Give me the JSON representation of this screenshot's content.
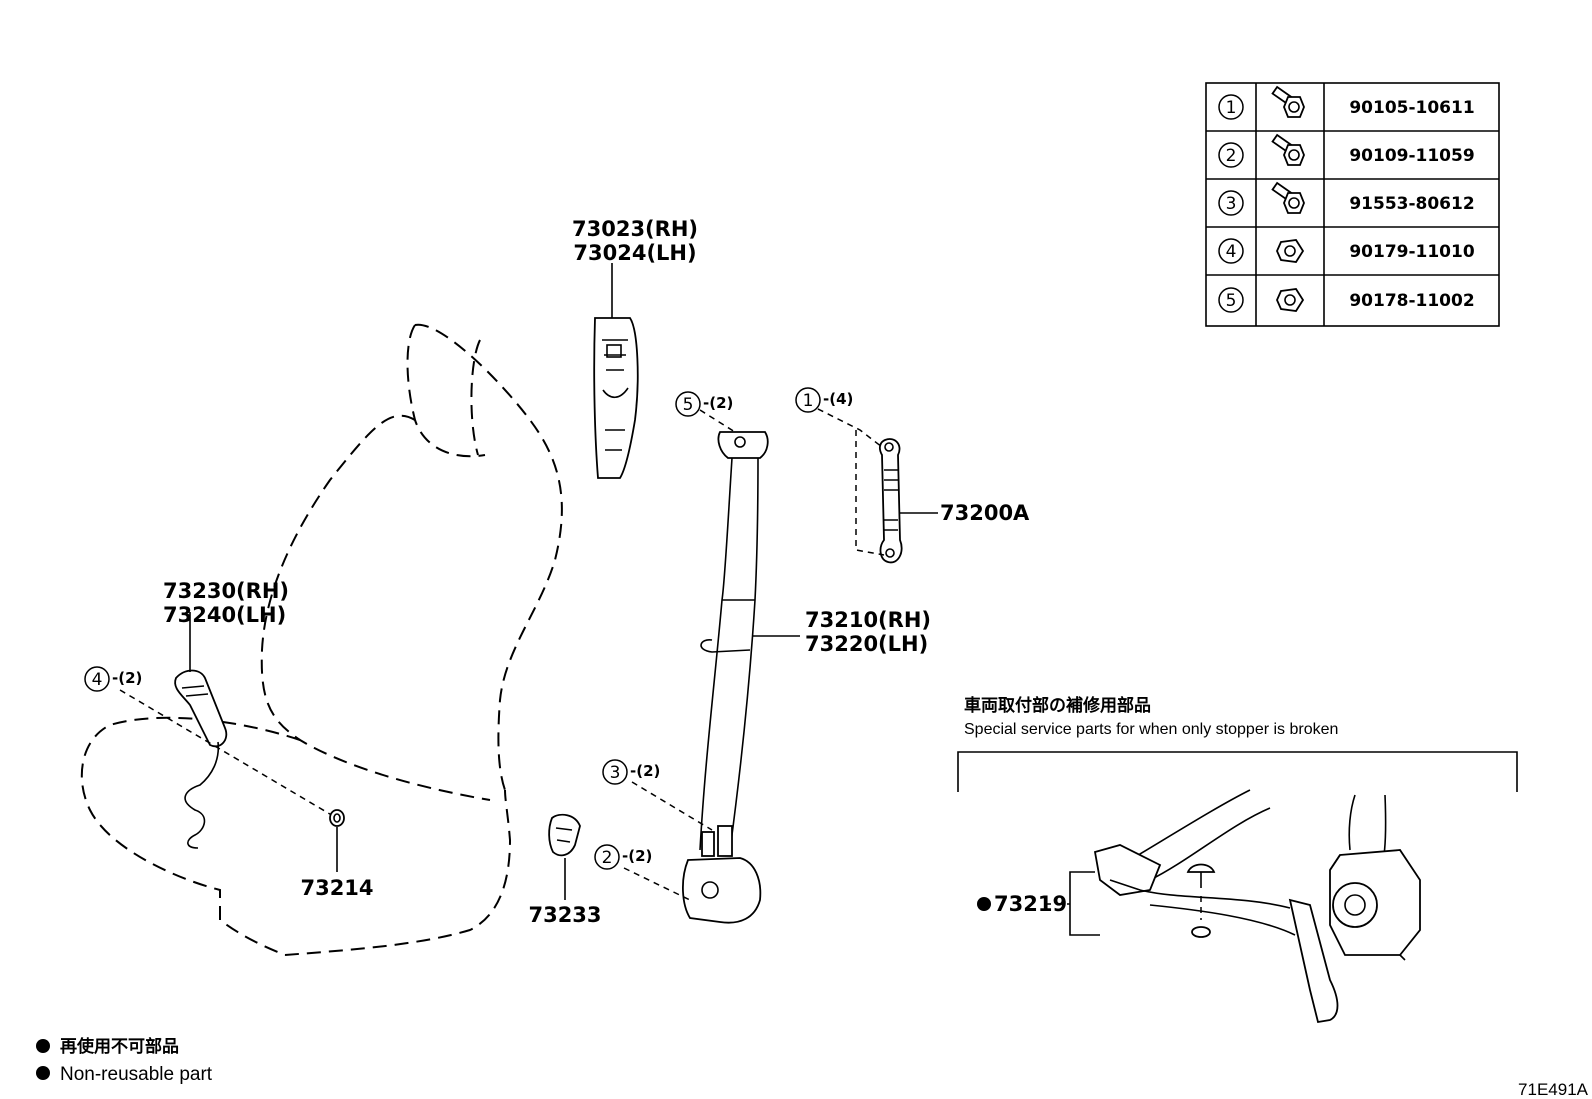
{
  "table": {
    "rows": [
      {
        "ref": "1",
        "part": "90105-10611",
        "icon": "bolt-icon"
      },
      {
        "ref": "2",
        "part": "90109-11059",
        "icon": "bolt-icon"
      },
      {
        "ref": "3",
        "part": "91553-80612",
        "icon": "bolt-icon"
      },
      {
        "ref": "4",
        "part": "90179-11010",
        "icon": "nut-icon"
      },
      {
        "ref": "5",
        "part": "90178-11002",
        "icon": "nut-icon"
      }
    ]
  },
  "labels": {
    "p73023": "73023(RH)",
    "p73024": "73024(LH)",
    "p73200a": "73200A",
    "p73210": "73210(RH)",
    "p73220": "73220(LH)",
    "p73230": "73230(RH)",
    "p73240": "73240(LH)",
    "p73214": "73214",
    "p73233": "73233",
    "p73219": "73219"
  },
  "callouts": {
    "c5": {
      "ref": "5",
      "qty": "-(2)"
    },
    "c1": {
      "ref": "1",
      "qty": "-(4)"
    },
    "c4": {
      "ref": "4",
      "qty": "-(2)"
    },
    "c3": {
      "ref": "3",
      "qty": "-(2)"
    },
    "c2": {
      "ref": "2",
      "qty": "-(2)"
    }
  },
  "special": {
    "title_jp": "車両取付部の補修用部品",
    "title_en": "Special service parts for when only stopper is broken"
  },
  "legend": {
    "jp": "再使用不可部品",
    "en": "Non-reusable part"
  },
  "diagram_code": "71E491A"
}
